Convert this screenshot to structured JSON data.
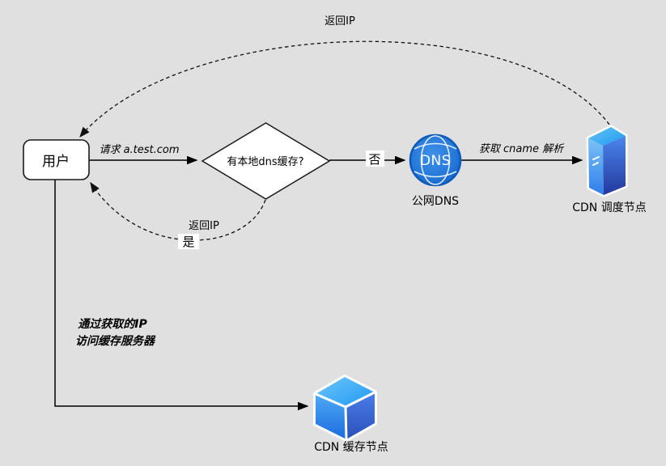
{
  "canvas": {
    "background": "#e0e0e0"
  },
  "nodes": {
    "user": {
      "label": "用户"
    },
    "decision": {
      "label": "有本地dns缓存?"
    },
    "public_dns": {
      "label": "公网DNS",
      "icon_text": "DNS"
    },
    "cdn_scheduler": {
      "label": "CDN 调度节点"
    },
    "cdn_cache": {
      "label": "CDN 缓存节点"
    }
  },
  "edges": {
    "request": {
      "label": "请求 a.test.com"
    },
    "no_branch": {
      "label": "否"
    },
    "get_cname": {
      "label": "获取 cname 解析"
    },
    "return_ip_top": {
      "label": "返回IP"
    },
    "return_ip_local": {
      "label": "返回IP",
      "branch_label": "是"
    },
    "access_cache": {
      "label_line1": "通过获取的IP",
      "label_line2": "访问缓存服务器"
    }
  },
  "colors": {
    "background": "#e0e0e0",
    "shape_fill": "#ffffff",
    "line": "#000000",
    "dns_globe_edge": "#0d5ab8",
    "dns_globe_center": "#3b8de8",
    "icon_top_blue": "#2ea6f2",
    "icon_light_blue": "#6fbcf8",
    "icon_mid_blue": "#3f82e8",
    "icon_dark_blue": "#25389e",
    "icon_outline": "#ffffff"
  }
}
